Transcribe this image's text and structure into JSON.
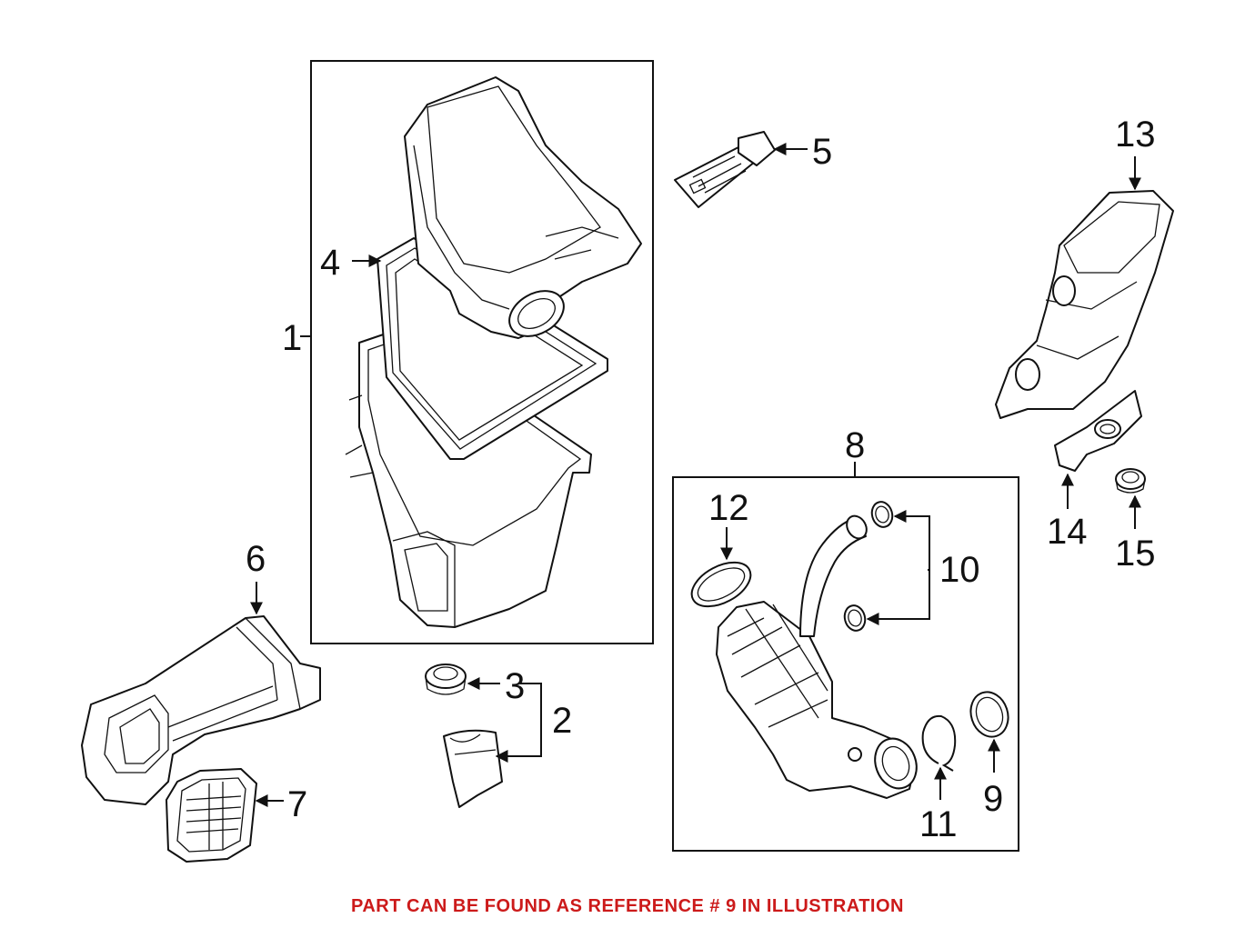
{
  "callouts": {
    "c1": "1",
    "c2": "2",
    "c3": "3",
    "c4": "4",
    "c5": "5",
    "c6": "6",
    "c7": "7",
    "c8": "8",
    "c9": "9",
    "c10": "10",
    "c11": "11",
    "c12": "12",
    "c13": "13",
    "c14": "14",
    "c15": "15"
  },
  "footer": {
    "note": "PART CAN BE FOUND AS REFERENCE # 9 IN ILLUSTRATION",
    "note_color": "#cc1a1a"
  }
}
